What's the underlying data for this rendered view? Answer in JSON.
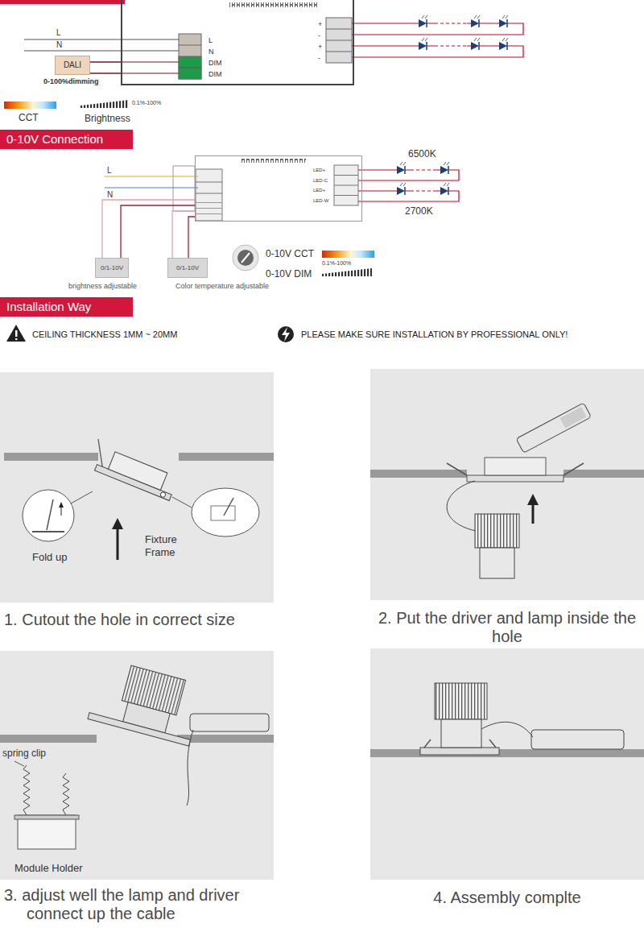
{
  "diagram": {
    "nodes": [
      {
        "text": [
          "L",
          "N",
          "DIM",
          "DIM",
          "+",
          "-",
          "+",
          "-"
        ]
      },
      {
        "text": [
          "DALI"
        ]
      },
      {
        "text": [
          "0-10V Connection"
        ]
      },
      {
        "text": [
          "LED+",
          "LED-C",
          "LED+",
          "LED-W"
        ]
      },
      {
        "text": [
          "0/1-10V"
        ]
      },
      {
        "text": [
          "0/1-10V"
        ]
      },
      {
        "text": [
          "Installation Way"
        ]
      },
      {
        "text": [
          "Fold up",
          "Fixture Frame",
          "1. Cutout the hole in correct size"
        ]
      },
      {
        "text": [
          "2. Put the driver and lamp inside the hole"
        ]
      },
      {
        "text": [
          "spring clip",
          "Module Holder",
          "3. adjust well the lamp and driver connect up the cable"
        ]
      },
      {
        "text": [
          "4. Assembly complte"
        ]
      }
    ],
    "edges": [
      {
        "from": 1,
        "to": 0,
        "arrow": "none"
      },
      {
        "from": 1,
        "to": 0,
        "arrow": "none"
      },
      {
        "from": 4,
        "to": 3,
        "arrow": "none"
      },
      {
        "from": 4,
        "to": 3,
        "arrow": "none"
      },
      {
        "from": 5,
        "to": 3,
        "arrow": "none"
      },
      {
        "from": 5,
        "to": 3,
        "arrow": "none"
      }
    ],
    "labels": [
      "L",
      "N",
      "0-100%dimming",
      "0.1%-100%",
      "L",
      "N",
      "6500K",
      "2700K",
      "brightness adjustable",
      "Color temperature adjustable",
      "0.1%-100%",
      "CEILING THICKNESS 1MM ~ 20MM",
      "PLEASE MAKE SURE INSTALLATION BY PROFESSIONAL ONLY!"
    ],
    "legend": [
      {
        "text": "CCT"
      },
      {
        "text": "Brightness"
      },
      {
        "text": "0-10V CCT"
      },
      {
        "text": "0-10V DIM"
      }
    ]
  }
}
